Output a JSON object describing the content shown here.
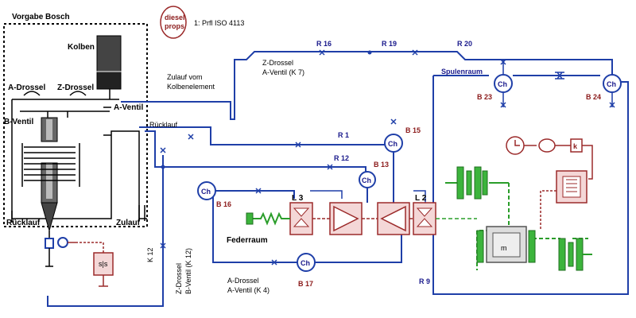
{
  "labels": {
    "vorgabe": "Vorgabe Bosch",
    "logo_line1": "diesel",
    "logo_line2": "props",
    "iso": "1: Prfl ISO 4113",
    "kolben": "Kolben",
    "a_drossel": "A-Drossel",
    "z_drossel": "Z-Drossel",
    "b_ventil": "B-Ventil",
    "a_ventil": "A-Ventil",
    "ruecklauf_left": "Rücklauf",
    "ruecklauf_mid": "Rücklauf",
    "zulauf": "Zulauf",
    "zulauf_vom_1": "Zulauf vom",
    "zulauf_vom_2": "Kolbenelement",
    "zdrossel_top_1": "Z-Drossel",
    "zdrossel_top_2": "A-Ventil  (K 7)",
    "r16": "R 16",
    "r19": "R 19",
    "r20": "R 20",
    "r1": "R 1",
    "r12": "R 12",
    "r9": "R 9",
    "spulenraum": "Spulenraum",
    "b23": "B 23",
    "b24": "B 24",
    "b15": "B 15",
    "b13": "B 13",
    "b16": "B 16",
    "b17": "B 17",
    "l3": "L 3",
    "l2": "L 2",
    "federraum": "Federraum",
    "k12": "K 12",
    "zdrossel_vert_1": "Z-Drossel",
    "zdrossel_vert_2": "B-Ventil  (K 12)",
    "adrossel_bot_1": "A-Drossel",
    "adrossel_bot_2": "A-Ventil  (K 4)",
    "ch": "Ch",
    "k_block": "k"
  },
  "colors": {
    "hydraulic_line": "#1f3fa8",
    "mechanical": "#2a9d2a",
    "electrical": "#9b2a2a",
    "label_red": "#8b1a1a"
  }
}
